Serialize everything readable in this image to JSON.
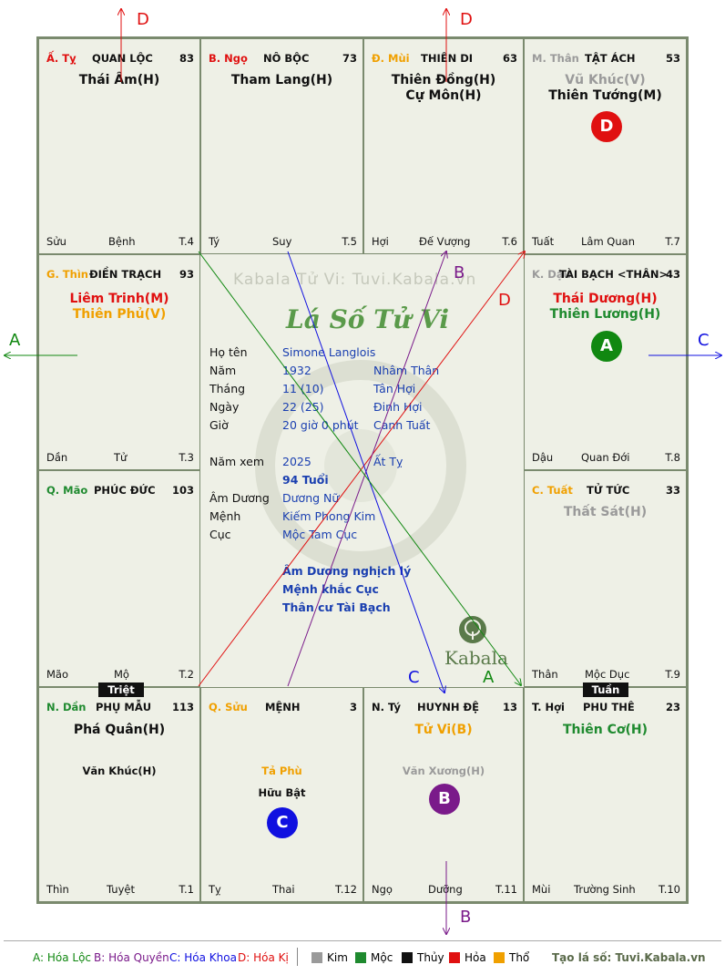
{
  "arrows": {
    "d1": "D",
    "d2": "D",
    "a_left": "A",
    "c_right": "C",
    "b_bottom": "B",
    "b_inner": "B",
    "d_inner": "D",
    "c_inner": "C",
    "a_inner": "A"
  },
  "cells": {
    "ty": {
      "can": "Ấ. Tỵ",
      "name": "QUAN LỘC",
      "num": "83",
      "stars": [
        "Thái Âm(H)"
      ],
      "foot_l": "Sửu",
      "foot_m": "Bệnh",
      "foot_r": "T.4"
    },
    "ngo": {
      "can": "B. Ngọ",
      "name": "NÔ BỘC",
      "num": "73",
      "stars": [
        "Tham Lang(H)"
      ],
      "foot_l": "Tý",
      "foot_m": "Suy",
      "foot_r": "T.5"
    },
    "mui": {
      "can": "Đ. Mùi",
      "name": "THIÊN DI",
      "num": "63",
      "stars": [
        "Thiên Đồng(H)",
        "Cự Môn(H)"
      ],
      "foot_l": "Hợi",
      "foot_m": "Đế Vượng",
      "foot_r": "T.6"
    },
    "than": {
      "can": "M. Thân",
      "name": "TẬT ÁCH",
      "num": "53",
      "stars": [
        "Vũ Khúc(V)",
        "Thiên Tướng(M)"
      ],
      "badge": "D",
      "foot_l": "Tuất",
      "foot_m": "Lâm Quan",
      "foot_r": "T.7"
    },
    "thin": {
      "can": "G. Thìn",
      "name": "ĐIỀN TRẠCH",
      "num": "93",
      "stars": [
        "Liêm Trinh(M)",
        "Thiên Phủ(V)"
      ],
      "foot_l": "Dần",
      "foot_m": "Tử",
      "foot_r": "T.3"
    },
    "dau": {
      "can": "K. Dậu",
      "name": "TÀI BẠCH <THÂN>",
      "num": "43",
      "stars": [
        "Thái Dương(H)",
        "Thiên Lương(H)"
      ],
      "badge": "A",
      "foot_l": "Dậu",
      "foot_m": "Quan Đới",
      "foot_r": "T.8"
    },
    "mao": {
      "can": "Q. Mão",
      "name": "PHÚC ĐỨC",
      "num": "103",
      "stars": [],
      "foot_l": "Mão",
      "foot_m": "Mộ",
      "foot_r": "T.2"
    },
    "tuat": {
      "can": "C. Tuất",
      "name": "TỬ TỨC",
      "num": "33",
      "stars": [
        "Thất Sát(H)"
      ],
      "foot_l": "Thân",
      "foot_m": "Mộc Dục",
      "foot_r": "T.9"
    },
    "dan": {
      "can": "N. Dần",
      "name": "PHỤ MẪU",
      "num": "113",
      "stars": [
        "Phá Quân(H)"
      ],
      "minor": [
        "Văn Khúc(H)"
      ],
      "foot_l": "Thìn",
      "foot_m": "Tuyệt",
      "foot_r": "T.1"
    },
    "suu": {
      "can": "Q. Sửu",
      "name": "MỆNH",
      "num": "3",
      "stars": [],
      "minor": [
        "Tả Phù",
        "Hữu Bật"
      ],
      "badge": "C",
      "foot_l": "Tỵ",
      "foot_m": "Thai",
      "foot_r": "T.12"
    },
    "ty2": {
      "can": "N. Tý",
      "name": "HUYNH ĐỆ",
      "num": "13",
      "stars": [
        "Tử Vi(B)"
      ],
      "minor": [
        "Văn Xương(H)"
      ],
      "badge": "B",
      "foot_l": "Ngọ",
      "foot_m": "Dưỡng",
      "foot_r": "T.11"
    },
    "hoi": {
      "can": "T. Hợi",
      "name": "PHU THÊ",
      "num": "23",
      "stars": [
        "Thiên Cơ(H)"
      ],
      "foot_l": "Mùi",
      "foot_m": "Trường Sinh",
      "foot_r": "T.10"
    }
  },
  "tags": {
    "triet": "Triệt",
    "tuan": "Tuần"
  },
  "center": {
    "watermark": "Kabala Tử Vi: Tuvi.Kabala.vn",
    "title": "Lá Số Tử Vi",
    "labels": {
      "ho_ten": "Họ tên",
      "nam": "Năm",
      "thang": "Tháng",
      "ngay": "Ngày",
      "gio": "Giờ",
      "nam_xem": "Năm xem",
      "am_duong": "Âm Dương",
      "menh": "Mệnh",
      "cuc": "Cục"
    },
    "values": {
      "ho_ten": "Simone Langlois",
      "nam": "1932",
      "nam2": "Nhâm Thân",
      "thang": "11  (10)",
      "thang2": "Tân Hợi",
      "ngay": "22  (25)",
      "ngay2": "Đinh Hợi",
      "gio": "20 giờ 0 phút",
      "gio2": "Canh Tuất",
      "nam_xem": "2025",
      "nam_xem2": "Ất Tỵ",
      "tuoi": "94 Tuổi",
      "am_duong": "Dương Nữ",
      "menh": "Kiếm Phong Kim",
      "cuc": "Mộc Tam Cục"
    },
    "notes": [
      "Âm Dương nghịch lý",
      "Mệnh khắc Cục",
      "Thân cư Tài Bạch"
    ],
    "brand": "Kabala"
  },
  "legend": {
    "a": "A: Hóa Lộc",
    "b": "B: Hóa Quyền",
    "c": "C: Hóa Khoa",
    "d": "D: Hóa Kị",
    "kim": "Kim",
    "moc": "Mộc",
    "thuy": "Thủy",
    "hoa": "Hỏa",
    "tho": "Thổ",
    "site": "Tạo lá số: Tuvi.Kabala.vn"
  },
  "colors": {
    "kim": "#9a9a9a",
    "moc": "#1f8a2f",
    "thuy": "#111111",
    "hoa": "#e01010",
    "tho": "#f0a000",
    "badge_a": "#118811",
    "badge_b": "#7a1a8a",
    "badge_c": "#1010e0",
    "badge_d": "#e01010"
  }
}
